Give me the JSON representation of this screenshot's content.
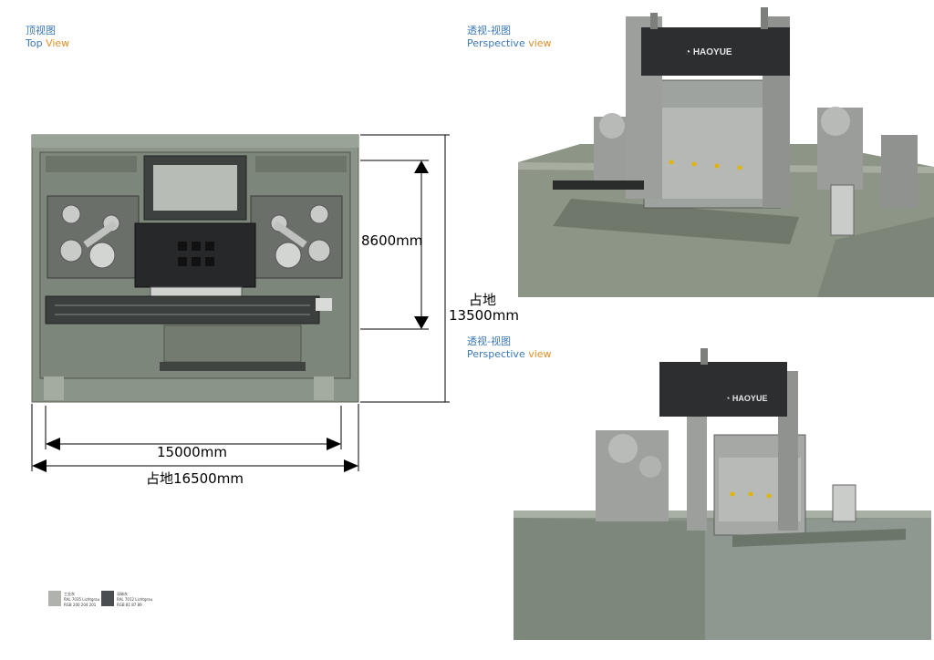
{
  "top_view": {
    "title_cn": "顶视图",
    "title_en_1": "Top",
    "title_en_2": "View"
  },
  "persp_1": {
    "title_cn": "透视-视图",
    "title_en_1": "Perspective",
    "title_en_2": "view"
  },
  "persp_2": {
    "title_cn": "透视-视图",
    "title_en_1": "Perspective",
    "title_en_2": "view"
  },
  "dimensions": {
    "inner_height": "8600mm",
    "footprint_height_label": "占地",
    "footprint_height": "13500mm",
    "inner_width": "15000mm",
    "footprint_width": "占地16500mm"
  },
  "brand": "HAOYUE",
  "swatches": [
    {
      "name": "工业灰",
      "ral": "RAL 7035 Lichtgrau",
      "rgb": "RGB 200 204 201",
      "color": "#b0b2ae"
    },
    {
      "name": "深碳灰",
      "ral": "RAL 7012 Lichtgrau",
      "rgb": "RGB 81 87 89",
      "color": "#4a4e50"
    }
  ],
  "colors": {
    "heading_blue": "#3a78b8",
    "heading_orange": "#e0902a",
    "pit_green": "#8a9487",
    "dark_head": "#2c2e30"
  }
}
